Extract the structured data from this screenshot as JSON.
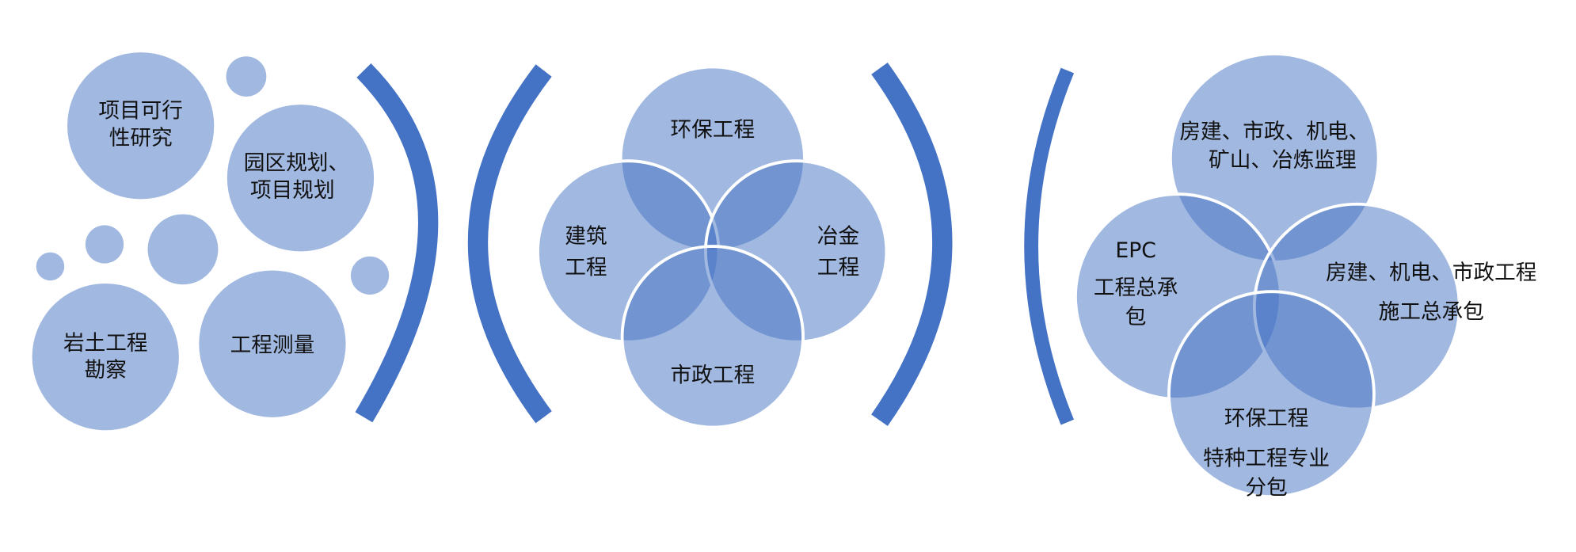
{
  "colors": {
    "accent": "#4472c4",
    "circle": "#a3b8e0"
  },
  "left": {
    "feasibility": [
      "项目可行",
      "性研究"
    ],
    "planning": [
      "园区规划、",
      "项目规划"
    ],
    "geotech": [
      "岩土工程",
      "勘察"
    ],
    "survey": "工程测量"
  },
  "middle": {
    "env": "环保工程",
    "building": [
      "建筑",
      "工程"
    ],
    "metallurgy": [
      "冶金",
      "工程"
    ],
    "municipal": "市政工程"
  },
  "right": {
    "supervision": [
      "房建、市政、机电、",
      "矿山、冶炼监理"
    ],
    "epc": [
      "EPC",
      "工程总承",
      "包"
    ],
    "construction": [
      "房建、机电、市政工程",
      "施工总承包"
    ],
    "special": [
      "环保工程",
      "特种工程专业",
      "分包"
    ]
  }
}
